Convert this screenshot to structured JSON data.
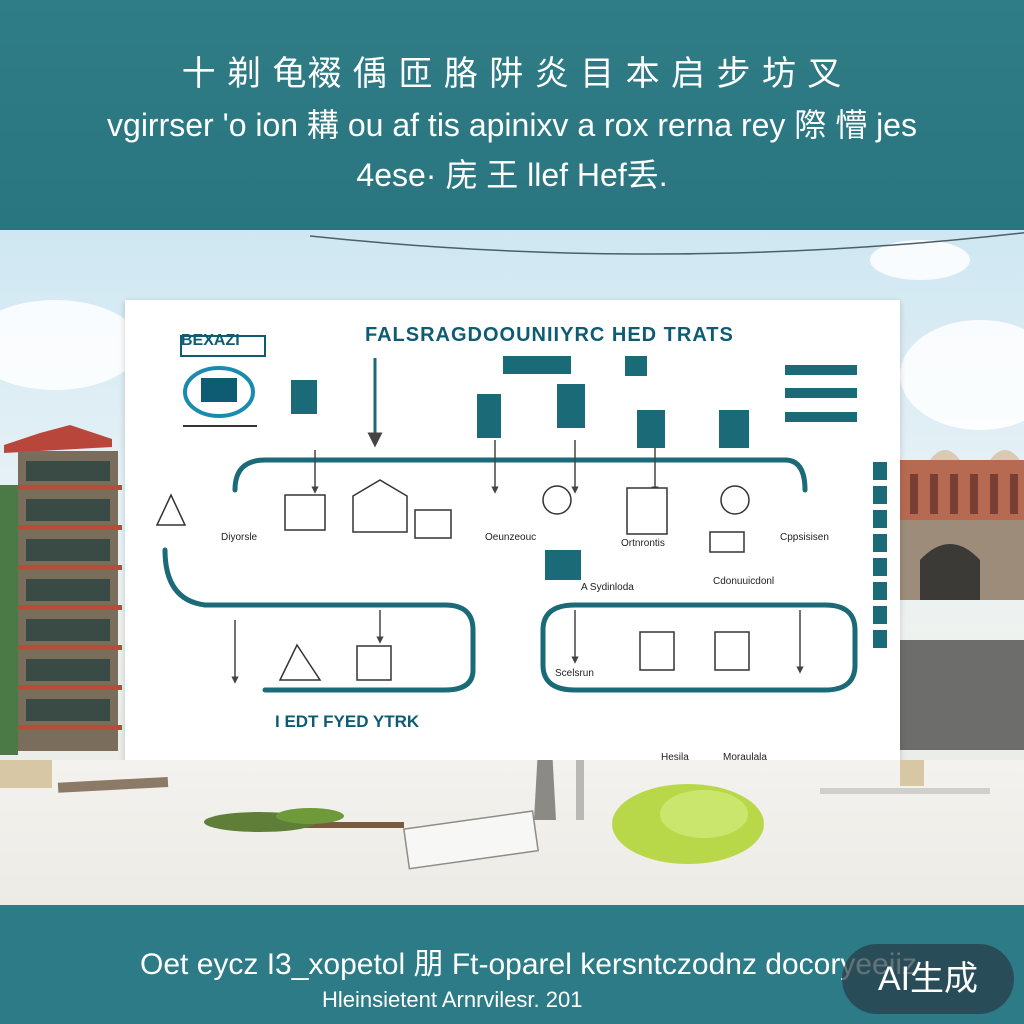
{
  "top_banner": {
    "line1": "十 剃 龟裰 偊 匝 胳 阱 炎 目 本 启 步 坊 叉",
    "line2": "vgirrser 'o ion 耩 ou af tis apinixv a rox rerna rey 際 懵 jes",
    "line3": "4ese· 庑 王 llef Hef丢."
  },
  "board": {
    "title": "FALSRAGDOOUNIIYRC HED TRATS",
    "top_left_logo": "BEXAZI",
    "labels": [
      "Diyorsle",
      "Oeunzeouc",
      "Ortnrontis",
      "A Sydinloda",
      "Cdonuuicdonl",
      "Cppsisisen",
      "Scelsrun",
      "Hesila",
      "Moraulala"
    ],
    "bottom_label": "I EDT FYED YTRK"
  },
  "footer": {
    "line1": "Oet eycz I3_xopetol 朋 Ft-oparel kersntczodnz docoryeeiiz",
    "line2": "Hleinsietent Arnrvilesr. 201"
  },
  "badge": {
    "text": "AI生成"
  },
  "colors": {
    "banner": "#2c7b86",
    "accent": "#1b6a78",
    "board_text": "#0e5c73"
  }
}
